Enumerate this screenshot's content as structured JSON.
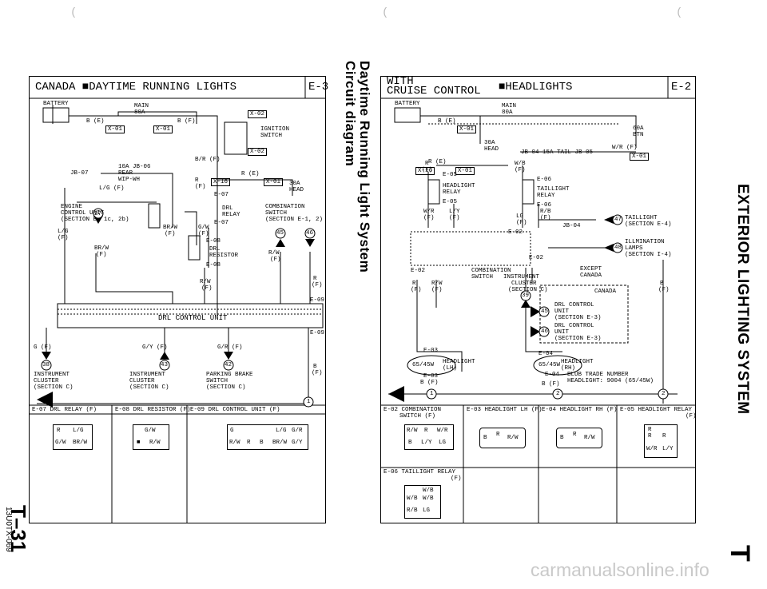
{
  "page": {
    "side_title_1": "Daytime Running Light System",
    "side_title_2": "Circuit diagram",
    "section_title": "EXTERIOR LIGHTING SYSTEM",
    "section_letter": "T",
    "page_number": "T–31",
    "doc_id": "13U0TX-069",
    "watermark": "carmanualsonline.info"
  },
  "left": {
    "title": "CANADA ■DAYTIME RUNNING LIGHTS",
    "code": "E-3",
    "labels": {
      "battery": "BATTERY",
      "main": "MAIN",
      "main_amp": "80A",
      "b_e": "B (E)",
      "b_f": "B (F)",
      "x01a": "X-01",
      "x01b": "X-01",
      "x02": "X-02",
      "x02b": "X-02",
      "ignition": "IGNITION",
      "ign_switch": "SWITCH",
      "br": "B/R (F)",
      "fuse10": "10A  JB-06",
      "rear": "REAR",
      "wiper": "WIP-WH",
      "jb07": "JB-07",
      "lg": "L/G (F)",
      "r_e": "R (E)",
      "x16": "X-16",
      "x01c": "X-01",
      "head30": "30A",
      "head": "HEAD",
      "r_f": "R",
      "r_f2": "(F)",
      "e07": "E-07",
      "drl_relay": "DRL",
      "drl_relay2": "RELAY",
      "e07b": "E-07",
      "engine": "ENGINE",
      "ecu": "CONTROL UNIT",
      "ecu_sec": "(SECTION B- 1c, 2b)",
      "c27": "27",
      "lg2": "L/G",
      "lg2f": "(F)",
      "brw": "BR/W",
      "brwf": "(F)",
      "gw": "G/W",
      "gwf": "(F)",
      "e08": "E-08",
      "drl_res": "DRL",
      "drl_res2": "RESISTOR",
      "e08b": "E-08",
      "combi": "COMBINATION",
      "combi2": "SWITCH",
      "combi_sec": "(SECTION E-1, 2)",
      "c45": "45",
      "c46": "46",
      "rw": "R/W",
      "rwf": "(F)",
      "brw2": "BR/W",
      "brw2f": "(F)",
      "rw2": "R/W",
      "rw2f": "(F)",
      "rf3": "R",
      "rf3f": "(F)",
      "e09": "E-09",
      "drl_unit": "DRL CONTROL UNIT",
      "e09b": "E-09",
      "gf": "G (F)",
      "gyf": "G/Y (F)",
      "grf": "G/R (F)",
      "bf": "B",
      "bf2": "(F)",
      "c38": "38",
      "c43": "43",
      "c42": "42",
      "ic1": "INSTRUMENT",
      "ic2": "CLUSTER",
      "ic3": "(SECTION C)",
      "ic1b": "INSTRUMENT",
      "ic2b": "CLUSTER",
      "ic3b": "(SECTION C)",
      "pb1": "PARKING BRAKE",
      "pb2": "SWITCH",
      "pb3": "(SECTION C)",
      "g1": "1"
    },
    "connectors": [
      {
        "title": "E-07 DRL RELAY (F)",
        "pins": [
          "R",
          "L/G",
          "G/W",
          "BR/W"
        ]
      },
      {
        "title": "E-08 DRL RESISTOR (F)",
        "pins": [
          "G/W",
          "■",
          "R/W"
        ]
      },
      {
        "title": "E-09 DRL CONTROL UNIT (F)",
        "pins": [
          "G",
          "",
          "L/G",
          "G/R",
          "R/W",
          "R",
          "B",
          "BR/W",
          "G/Y"
        ]
      }
    ]
  },
  "right": {
    "title": "WITH",
    "title2": "CRUISE CONTROL",
    "title3": "■HEADLIGHTS",
    "code": "E-2",
    "labels": {
      "battery": "BATTERY",
      "main": "MAIN",
      "main_amp": "80A",
      "b_e": "B (E)",
      "x01a": "X-01",
      "btn60": "60A",
      "btn": "BTN",
      "f30": "30A",
      "head": "HEAD",
      "r_e": "R (E)",
      "x16": "X-16",
      "x01b": "X-01",
      "rf": "R",
      "rf2": "(F)",
      "jb04": "JB-04  15A  TAIL  JB-05",
      "wr": "W/R (F)",
      "x01c": "X-01",
      "wb": "W/B",
      "wbf": "(F)",
      "e05": "E-05",
      "hl_relay": "HEADLIGHT",
      "hl_relay2": "RELAY",
      "e05b": "E-05",
      "e06": "E-06",
      "tl_relay": "TAILLIGHT",
      "tl_relay2": "RELAY",
      "e06b": "E-06",
      "wr2": "W/R",
      "wr2f": "(F)",
      "ly": "L/Y",
      "lyf": "(F)",
      "lg": "LG",
      "lgf": "(F)",
      "rb": "R/B",
      "rbf": "(F)",
      "jb04b": "JB-04",
      "c47": "47",
      "tail1": "TAILLIGHT",
      "tail2": "(SECTION E-4)",
      "c48": "48",
      "ill1": "ILLMINATION",
      "ill2": "LAMPS",
      "ill3": "(SECTION I-4)",
      "e02": "E-02",
      "e02b": "E-02",
      "e02c": "E-02",
      "combi": "COMBINATION",
      "combi2": "SWITCH",
      "ic": "INSTRUMENT",
      "ic2": "CLUSTER",
      "ic3": "(SECTION C)",
      "except": "EXCEPT",
      "canada": "CANADA",
      "r": "R",
      "rF": "(F)",
      "rw": "R/W",
      "rwF": "(F)",
      "b": "B",
      "bF": "(F)",
      "c39": "39",
      "canada2": "CANADA",
      "drl1": "DRL CONTROL",
      "drl1b": "UNIT",
      "drl1c": "(SECTION E-3)",
      "c45": "45",
      "drl2": "DRL CONTROL",
      "drl2b": "UNIT",
      "drl2c": "(SECTION E-3)",
      "c46": "46",
      "e03": "E-03",
      "hl_lh": "HEADLIGHT",
      "hl_lh2": "(LH)",
      "w6545": "65/45W",
      "e03b": "E-03",
      "bF2": "B (F)",
      "e04": "E-04",
      "hl_rh": "HEADLIGHT",
      "hl_rh2": "(RH)",
      "w6545b": "65/45W",
      "e04b": "E-04",
      "blub": "BLUB TRADE NUMBER",
      "blub2": "HEADLIGHT: 9004 (65/45W)",
      "bF3": "B (F)",
      "g1": "1",
      "g2": "2",
      "g2b": "2"
    },
    "connectors": [
      {
        "title": "E-02 COMBINATION",
        "title2": "SWITCH (F)",
        "pins": [
          "R/W",
          "R",
          "W/R",
          "B",
          "L/Y",
          "LG"
        ]
      },
      {
        "title": "E-03 HEADLIGHT LH (F)",
        "pins": [
          "B",
          "R",
          "R/W"
        ]
      },
      {
        "title": "E-04 HEADLIGHT RH (F)",
        "pins": [
          "B",
          "R",
          "R/W"
        ]
      },
      {
        "title": "E-05 HEADLIGHT RELAY",
        "title2": "(F)",
        "pins": [
          "R",
          "R",
          "R",
          "W/R",
          "L/Y"
        ]
      },
      {
        "title": "E-06 TAILLIGHT RELAY",
        "title2": "(F)",
        "pins": [
          "W/B",
          "W/B",
          "W/B",
          "R/B",
          "LG"
        ]
      }
    ]
  }
}
